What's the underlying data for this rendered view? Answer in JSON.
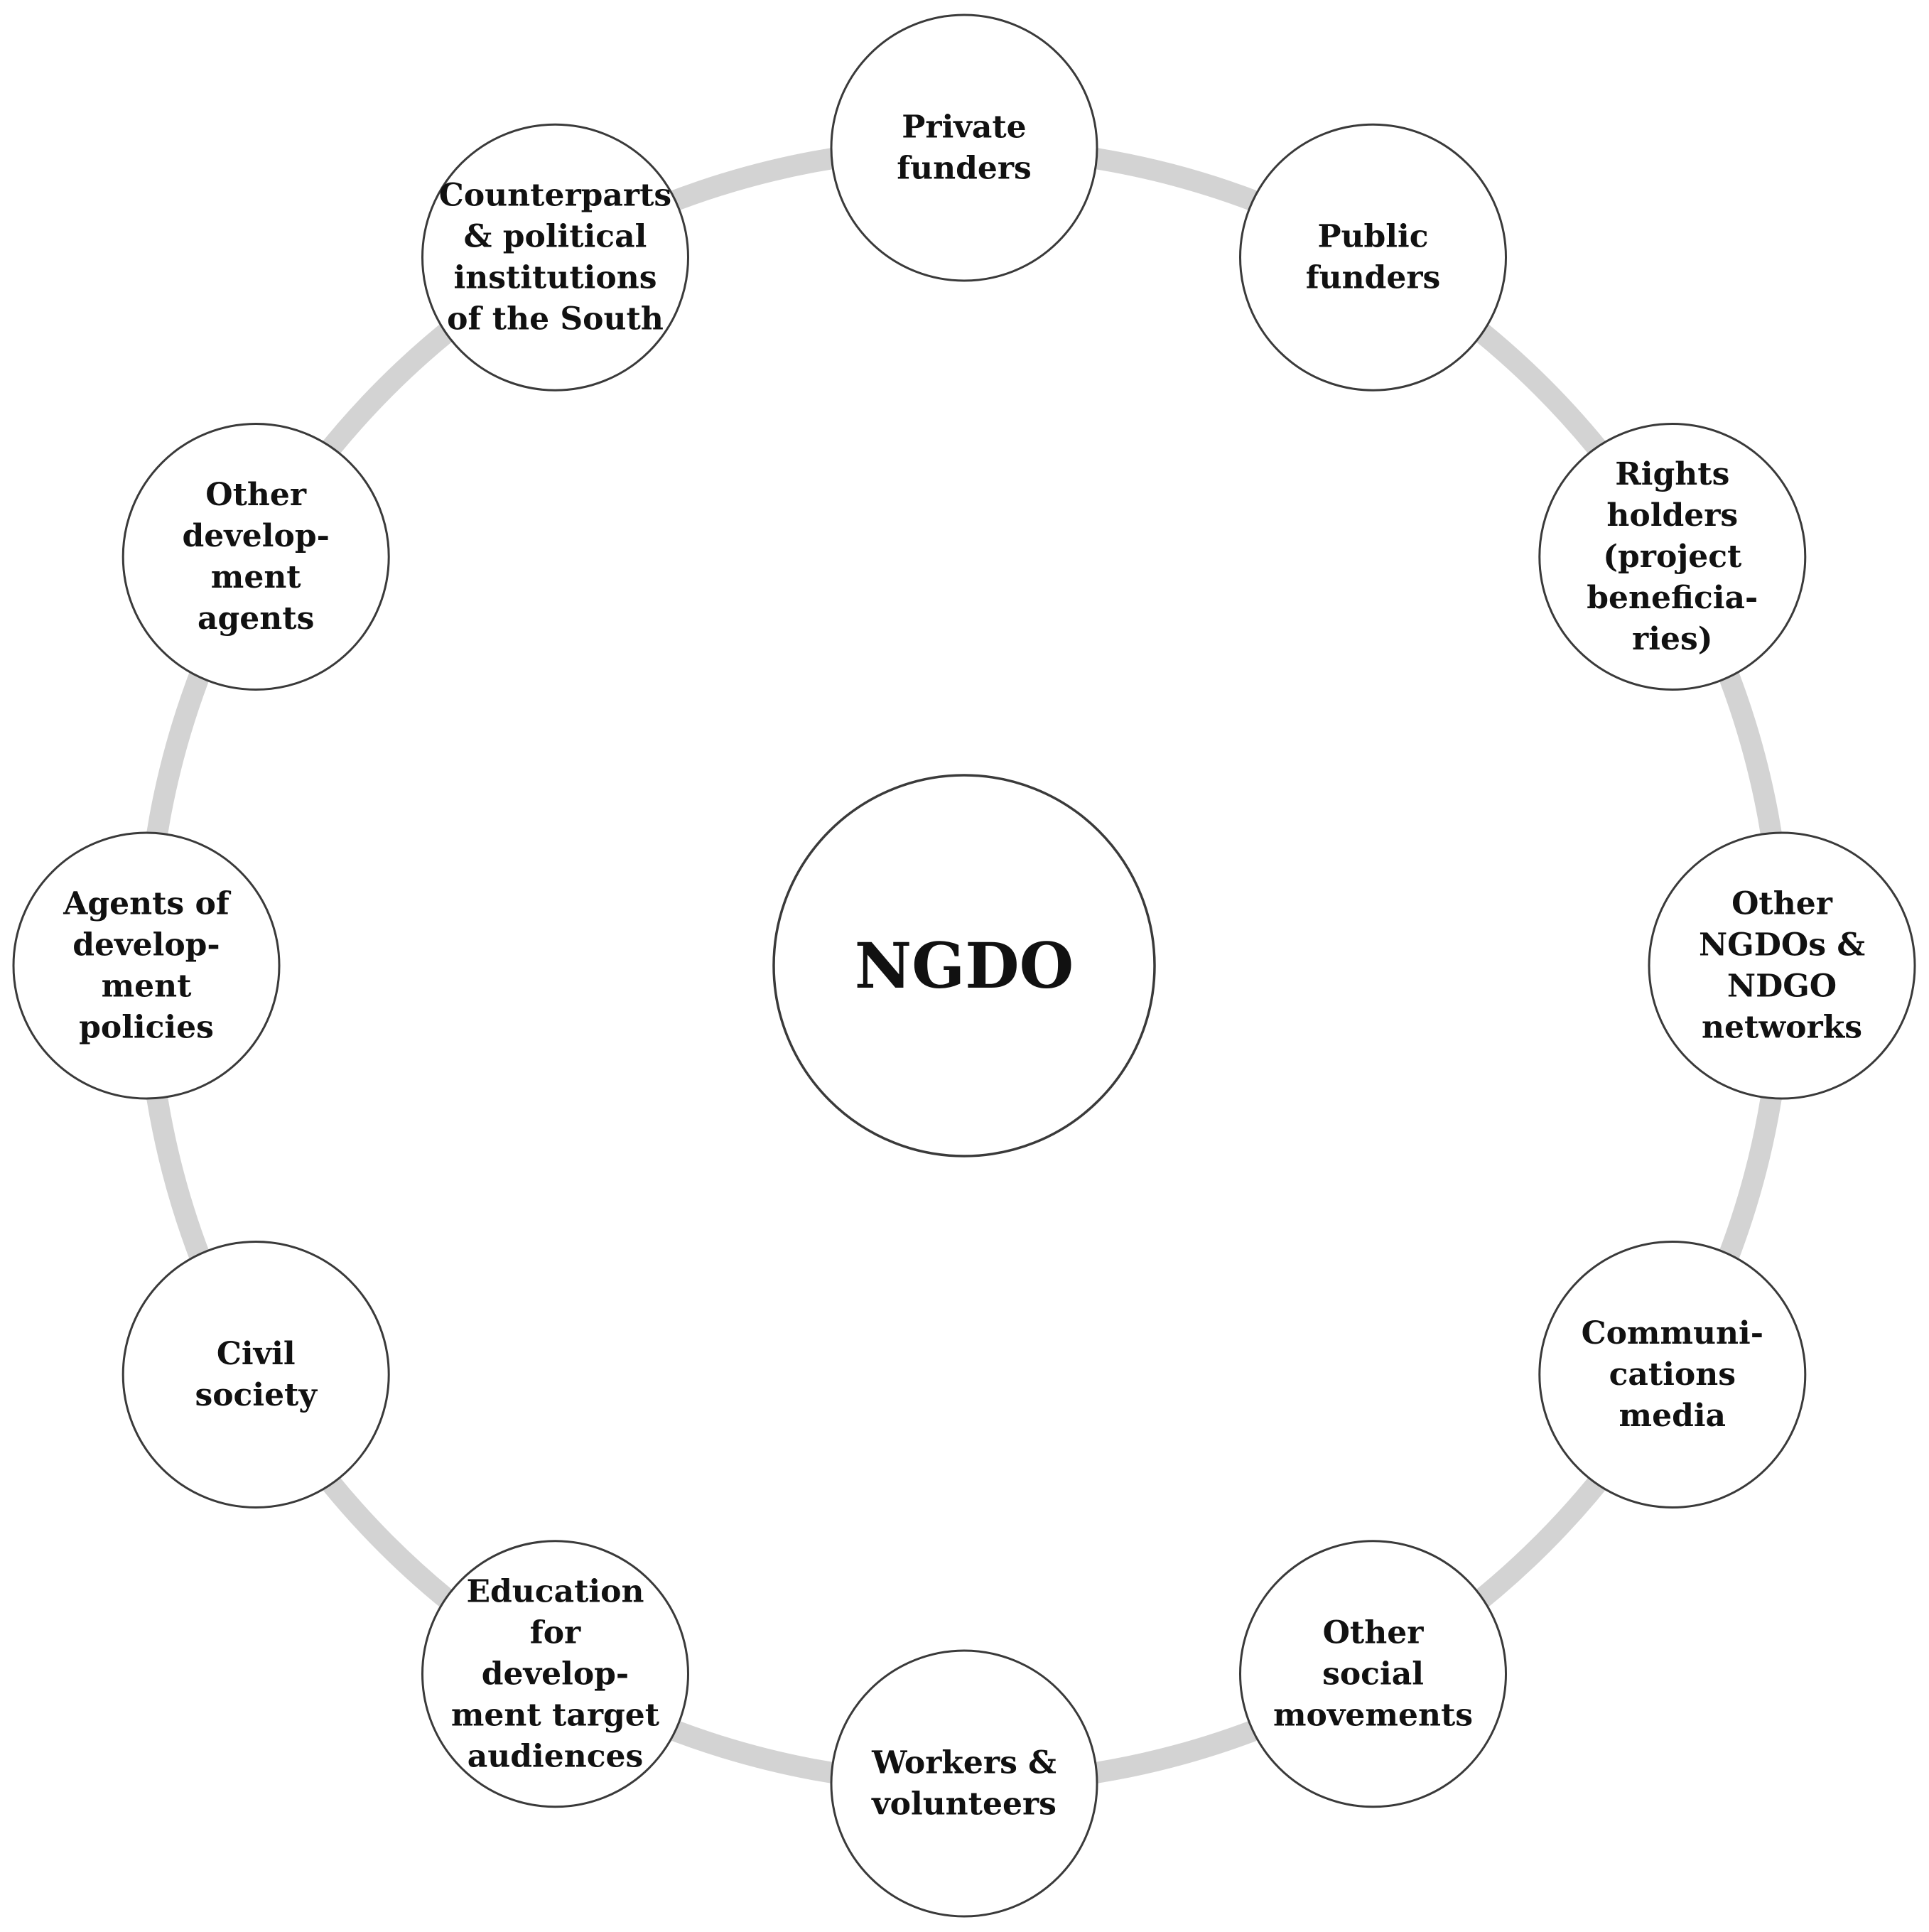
{
  "center": {
    "id": "ngdo",
    "lines": [
      "NGDO"
    ]
  },
  "nodes": [
    {
      "id": "private-funders",
      "lines": [
        "Private",
        "funders"
      ]
    },
    {
      "id": "public-funders",
      "lines": [
        "Public",
        "funders"
      ]
    },
    {
      "id": "rights-holders",
      "lines": [
        "Rights",
        "holders",
        "(project",
        "beneficia-",
        "ries)"
      ]
    },
    {
      "id": "other-ngdos",
      "lines": [
        "Other",
        "NGDOs &",
        "NDGO",
        "networks"
      ]
    },
    {
      "id": "communications-media",
      "lines": [
        "Communi-",
        "cations",
        "media"
      ]
    },
    {
      "id": "other-social-movements",
      "lines": [
        "Other",
        "social",
        "movements"
      ]
    },
    {
      "id": "workers-volunteers",
      "lines": [
        "Workers &",
        "volunteers"
      ]
    },
    {
      "id": "education-target-audiences",
      "lines": [
        "Education",
        "for",
        "develop-",
        "ment target",
        "audiences"
      ]
    },
    {
      "id": "civil-society",
      "lines": [
        "Civil",
        "society"
      ]
    },
    {
      "id": "agents-of-development-policies",
      "lines": [
        "Agents of",
        "develop-",
        "ment",
        "policies"
      ]
    },
    {
      "id": "other-development-agents",
      "lines": [
        "Other",
        "develop-",
        "ment",
        "agents"
      ]
    },
    {
      "id": "counterparts-political-institutions",
      "lines": [
        "Counterparts",
        "& political",
        "institutions",
        "of the South"
      ]
    }
  ]
}
